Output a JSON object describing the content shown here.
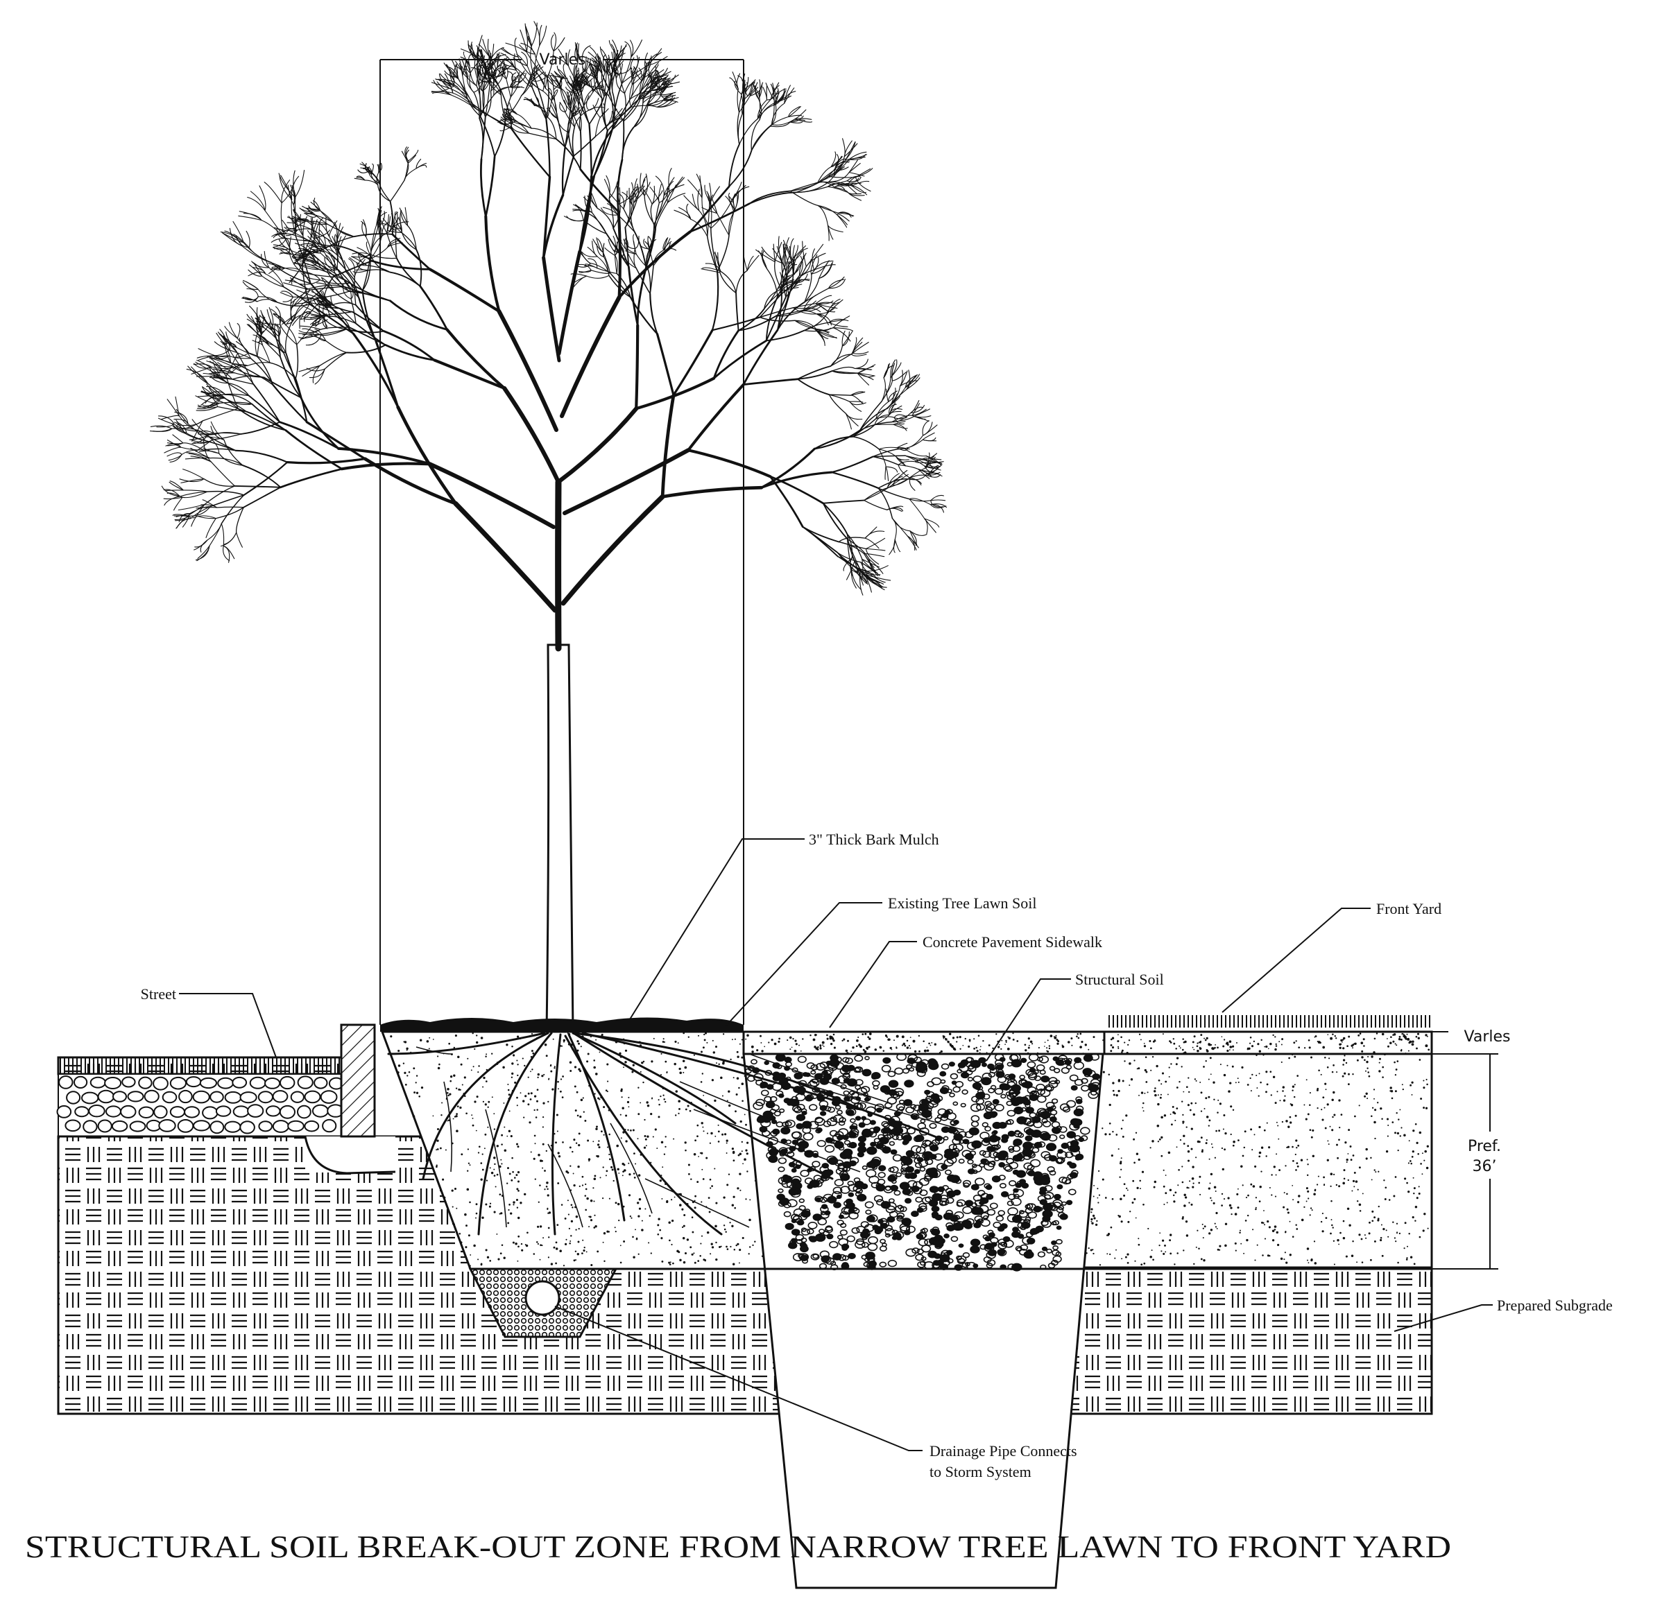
{
  "title": "STRUCTURAL SOIL BREAK-OUT ZONE FROM NARROW TREE LAWN TO FRONT YARD",
  "dimensions": {
    "canopy_width": "Varles",
    "sidewalk_depth": "Varles",
    "soil_depth_line1": "Pref.",
    "soil_depth_line2": "36’"
  },
  "callouts": {
    "street": "Street",
    "bark_mulch": "3\" Thick Bark Mulch",
    "tree_lawn_soil": "Existing Tree Lawn Soil",
    "sidewalk": "Concrete Pavement Sidewalk",
    "structural_soil": "Structural Soil",
    "front_yard": "Front Yard",
    "subgrade": "Prepared Subgrade",
    "drainage_line1": "Drainage Pipe Connects",
    "drainage_line2": "to Storm System"
  },
  "colors": {
    "ink": "#111111",
    "paper": "#ffffff"
  }
}
